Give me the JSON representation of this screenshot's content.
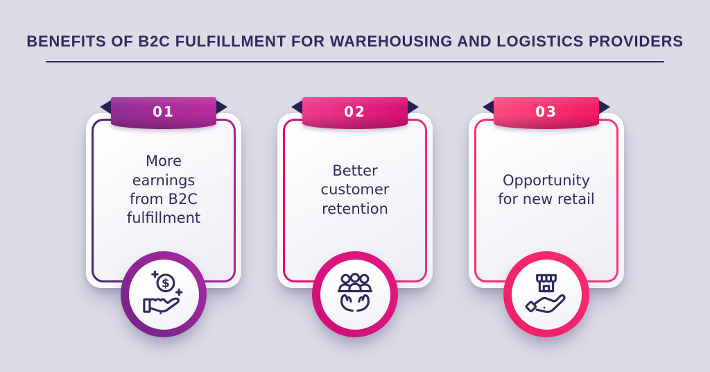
{
  "page": {
    "title": "BENEFITS OF B2C FULFILLMENT FOR WAREHOUSING AND LOGISTICS PROVIDERS",
    "background_color": "#dcdbe6",
    "title_color": "#2e2b5f"
  },
  "cards": [
    {
      "number": "01",
      "text": "More earnings from B2C fulfillment",
      "lines": [
        "More",
        "earnings",
        "from B2C",
        "fulfillment"
      ],
      "icon": "hand-coin-icon",
      "colors": {
        "ribbon": [
          "#8f2e93",
          "#bd2a9f"
        ],
        "border": [
          "#43296e",
          "#ab2299"
        ],
        "ring": [
          "#6f2486",
          "#ad2aa1"
        ]
      }
    },
    {
      "number": "02",
      "text": "Better customer retention",
      "lines": [
        "Better",
        "customer",
        "retention"
      ],
      "icon": "customer-group-hands-icon",
      "colors": {
        "ribbon": [
          "#ee3c8c",
          "#d90f74"
        ],
        "border": [
          "#da107a",
          "#ee2d87"
        ],
        "ring": [
          "#cc0f78",
          "#e6187f"
        ]
      }
    },
    {
      "number": "03",
      "text": "Opportunity for new retail",
      "lines": [
        "Opportunity",
        "for new retail"
      ],
      "icon": "storefront-hand-icon",
      "colors": {
        "ribbon": [
          "#fc4c7f",
          "#f21a62"
        ],
        "border": [
          "#f52d6e",
          "#f73a77"
        ],
        "ring": [
          "#ef1d67",
          "#f72e71"
        ]
      }
    }
  ]
}
